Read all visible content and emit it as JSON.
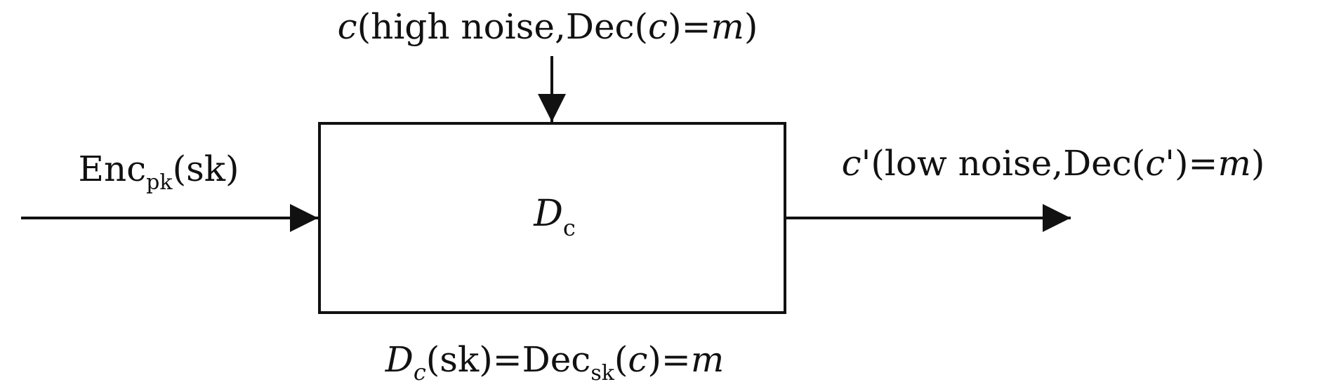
{
  "diagram": {
    "top_input": {
      "var": "c",
      "open": "(high noise,Dec(",
      "inner_var": "c",
      "mid": ")=",
      "msg": "m",
      "close": ")"
    },
    "left_input": {
      "func": "Enc",
      "sub": "pk",
      "arg": "(sk)"
    },
    "box": {
      "var": "D",
      "sub": "c"
    },
    "right_output": {
      "var": "c'",
      "open": "(low noise,Dec(",
      "inner_var": "c'",
      "mid": ")=",
      "msg": "m",
      "close": ")"
    },
    "bottom_label": {
      "var": "D",
      "sub": "c",
      "arg": "(sk)=Dec",
      "dec_sub": "sk",
      "open": "(",
      "inner_var": "c",
      "mid": ")=",
      "msg": "m"
    }
  },
  "colors": {
    "stroke": "#111111",
    "background": "#ffffff"
  }
}
